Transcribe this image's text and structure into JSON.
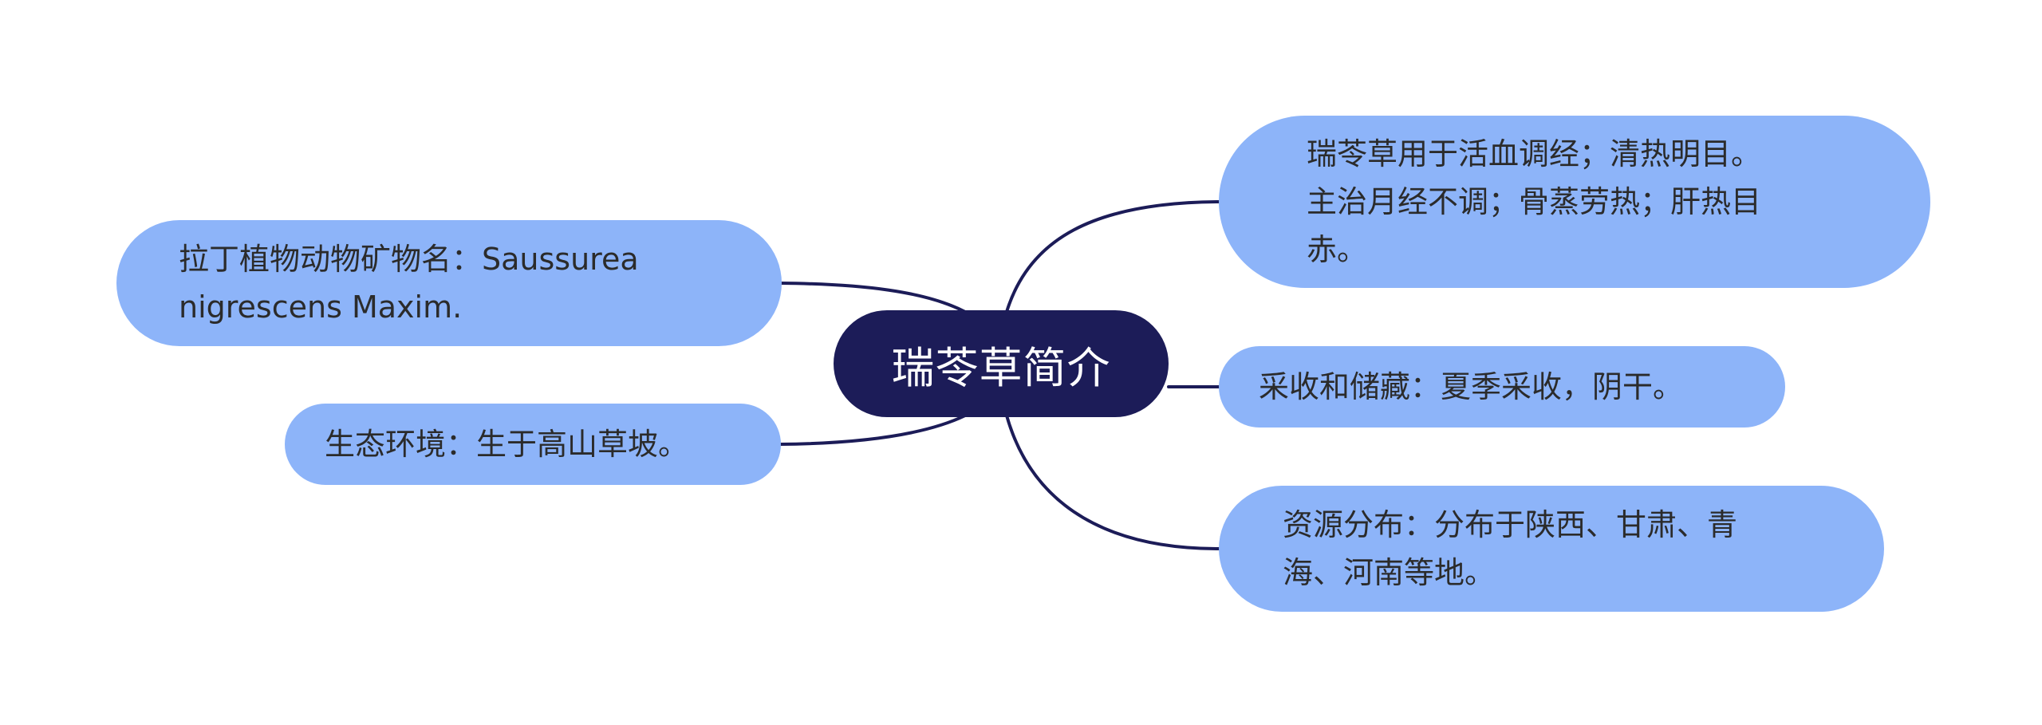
{
  "colors": {
    "center_fill": "#1c1c58",
    "center_text": "#ffffff",
    "branch_fill": "#8db4f9",
    "branch_text": "#2b2b2b",
    "connector": "#1c1c58"
  },
  "mindmap": {
    "center": {
      "label": "瑞苓草简介"
    },
    "branches": {
      "latin": "拉丁植物动物矿物名：Saussurea\nnigrescens Maxim.",
      "ecology": "生态环境：生于高山草坡。",
      "usage": "瑞苓草用于活血调经；清热明目。\n主治月经不调；骨蒸劳热；肝热目\n赤。",
      "harvest": "采收和储藏：夏季采收，阴干。",
      "resource": "资源分布：分布于陕西、甘肃、青\n海、河南等地。"
    }
  }
}
